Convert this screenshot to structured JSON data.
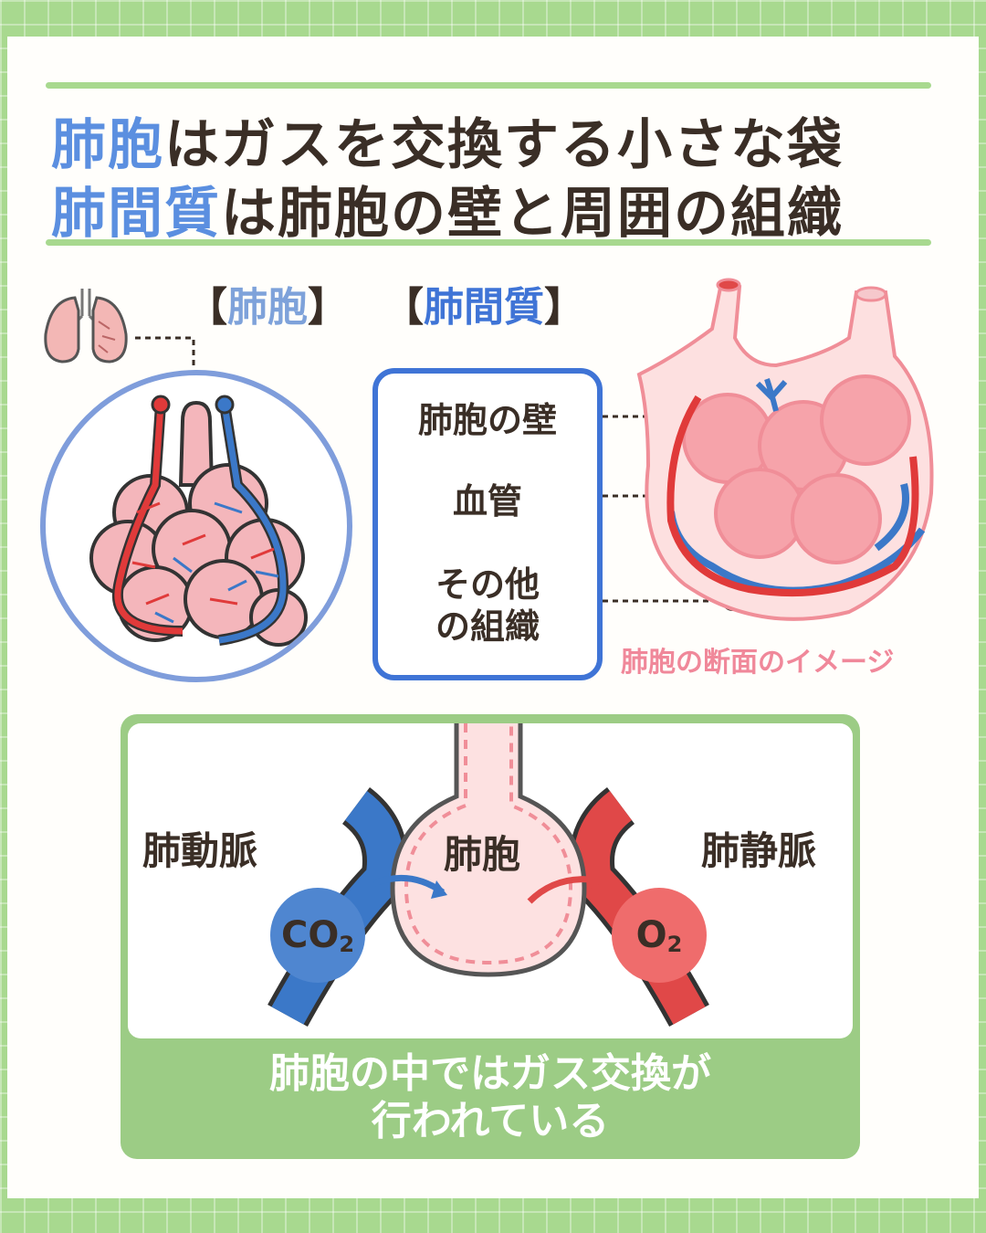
{
  "title": {
    "line1_highlight": "肺胞",
    "line1_rest": "はガスを交換する小さな袋",
    "line2_highlight": "肺間質",
    "line2_rest": "は肺胞の壁と周囲の組織"
  },
  "labels": {
    "alveoli_bracket": "肺胞",
    "interstitium_bracket": "肺間質",
    "list_items": [
      "肺胞の壁",
      "血管",
      "その他\nの組織"
    ],
    "cross_section_caption": "肺胞の断面のイメージ"
  },
  "exchange_panel": {
    "artery_label": "肺動脈",
    "vein_label": "肺静脈",
    "alveolus_label": "肺胞",
    "co2_main": "CO",
    "co2_sub": "2",
    "o2_main": "O",
    "o2_sub": "2",
    "caption_line1": "肺胞の中ではガス交換が",
    "caption_line2": "行われている"
  },
  "colors": {
    "background_green": "#a8d98f",
    "panel_green": "#9ccc85",
    "highlight_blue": "#5b8fe0",
    "alveoli_label_blue": "#7ea2da",
    "interstitium_blue": "#3f74d6",
    "text_brown": "#3a2e26",
    "alveolus_pink": "#f5a7ad",
    "artery_blue": "#3b78c8",
    "vein_red": "#e04848",
    "caption_pink": "#f0889a"
  },
  "icons": [
    "lungs-icon"
  ]
}
